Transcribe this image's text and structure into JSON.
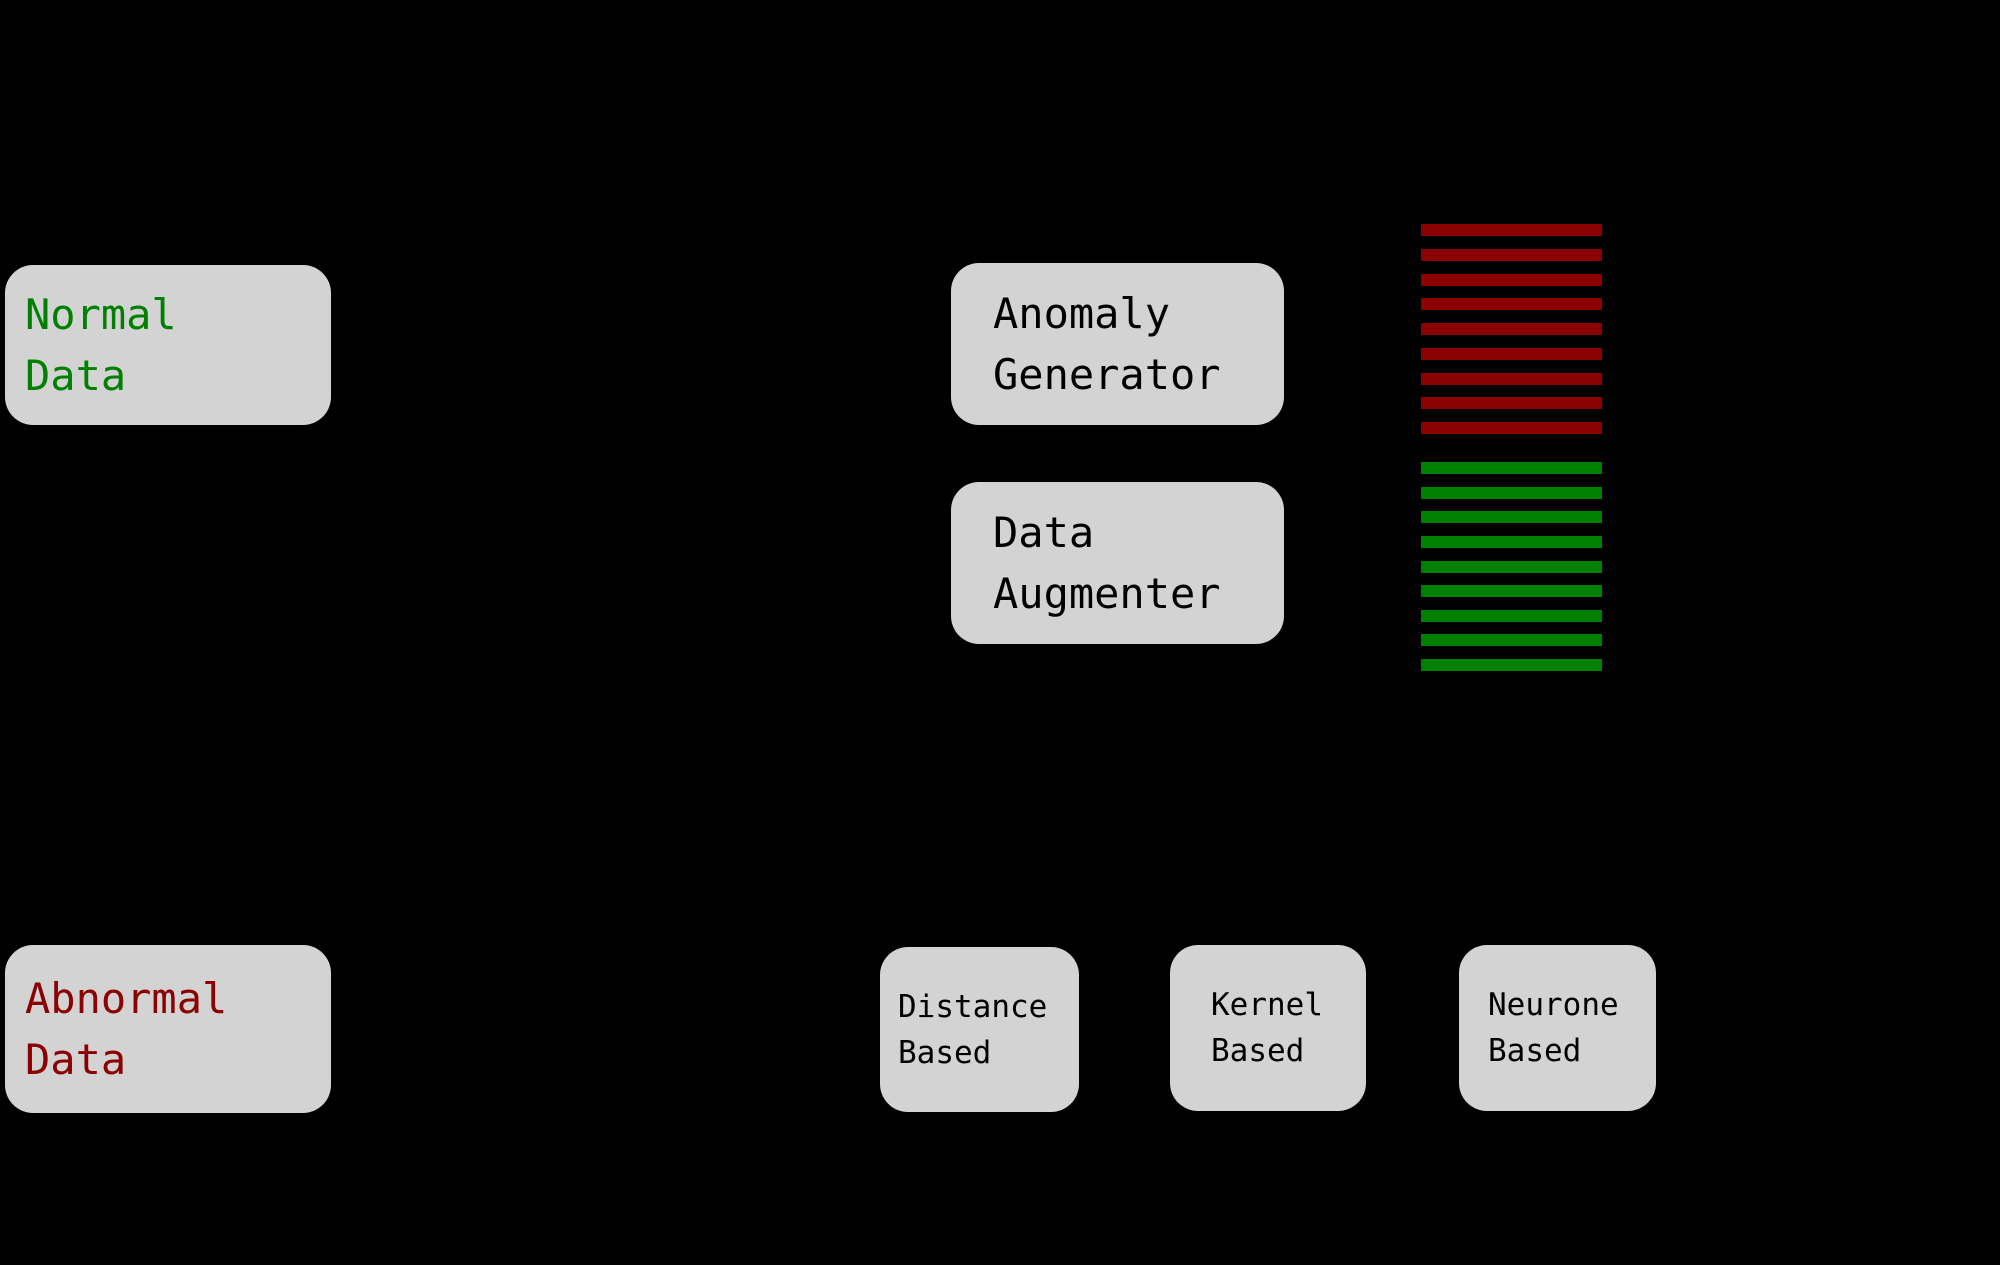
{
  "diagram": {
    "background_color": "#000000",
    "node_fill_color": "#d3d3d3",
    "nodes": {
      "normal_data": {
        "lines": [
          "Normal",
          "Data"
        ],
        "text_color": "#008000"
      },
      "anomaly_generator": {
        "lines": [
          "Anomaly",
          "Generator"
        ],
        "text_color": "#000000"
      },
      "data_augmenter": {
        "lines": [
          "Data",
          "Augmenter"
        ],
        "text_color": "#000000"
      },
      "abnormal_data": {
        "lines": [
          "Abnormal",
          "Data"
        ],
        "text_color": "#8b0000"
      },
      "distance_based": {
        "lines": [
          "Distance",
          "Based"
        ],
        "text_color": "#000000"
      },
      "kernel_based": {
        "lines": [
          "Kernel",
          "Based"
        ],
        "text_color": "#000000"
      },
      "neurone_based": {
        "lines": [
          "Neurone",
          "Based"
        ],
        "text_color": "#000000"
      }
    },
    "stripe_stacks": {
      "generated_anomalies": {
        "color": "#8b0000",
        "count": 9
      },
      "augmented_data": {
        "color": "#008000",
        "count": 9
      }
    }
  }
}
